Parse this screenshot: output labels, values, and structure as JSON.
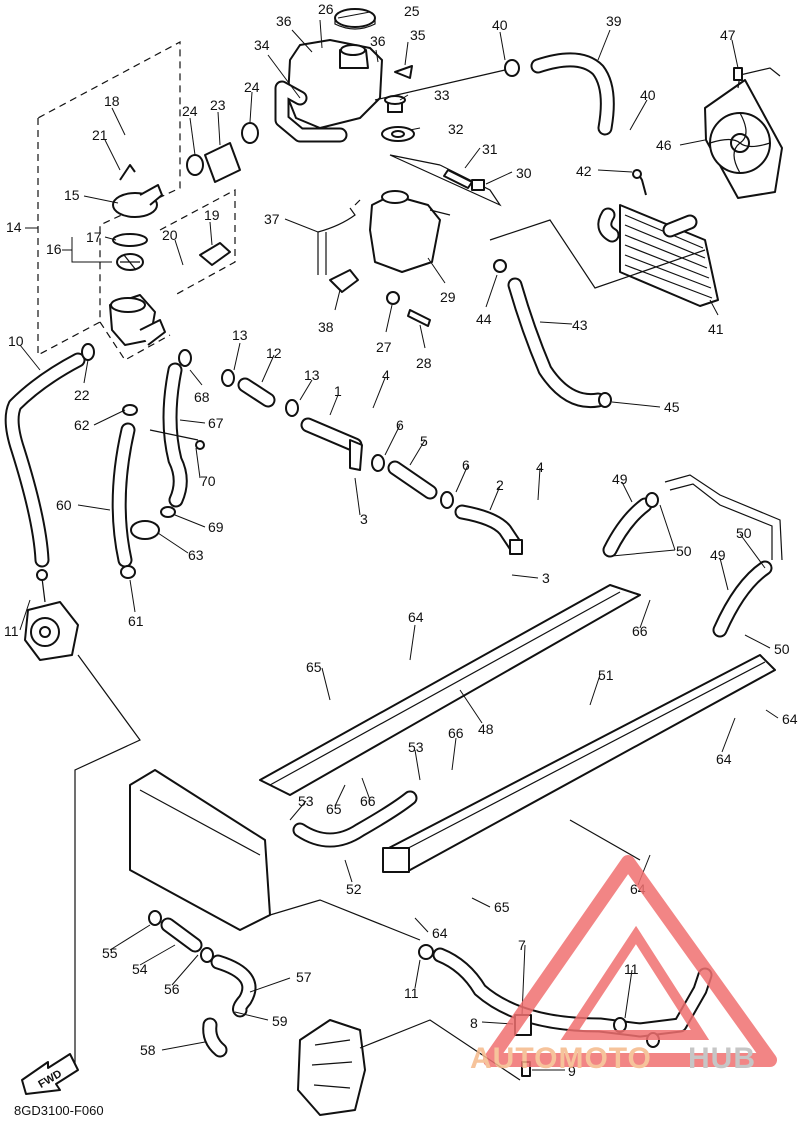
{
  "diagram_code": "8GD3100-F060",
  "fwd_label": "FWD",
  "watermark": {
    "part1": "AUTOMOTO",
    "part2": "HUB",
    "color1": "#f5b98a",
    "color2": "#bdbdbd",
    "triangle_color": "#f07070"
  },
  "callouts": [
    {
      "id": "c26",
      "text": "26"
    },
    {
      "id": "c25",
      "text": "25"
    },
    {
      "id": "c36a",
      "text": "36"
    },
    {
      "id": "c36b",
      "text": "36"
    },
    {
      "id": "c34",
      "text": "34"
    },
    {
      "id": "c35",
      "text": "35"
    },
    {
      "id": "c40a",
      "text": "40"
    },
    {
      "id": "c39",
      "text": "39"
    },
    {
      "id": "c47",
      "text": "47"
    },
    {
      "id": "c24a",
      "text": "24"
    },
    {
      "id": "c23",
      "text": "23"
    },
    {
      "id": "c24b",
      "text": "24"
    },
    {
      "id": "c33",
      "text": "33"
    },
    {
      "id": "c40b",
      "text": "40"
    },
    {
      "id": "c32",
      "text": "32"
    },
    {
      "id": "c18",
      "text": "18"
    },
    {
      "id": "c46",
      "text": "46"
    },
    {
      "id": "c21",
      "text": "21"
    },
    {
      "id": "c31",
      "text": "31"
    },
    {
      "id": "c42",
      "text": "42"
    },
    {
      "id": "c30",
      "text": "30"
    },
    {
      "id": "c15",
      "text": "15"
    },
    {
      "id": "c19",
      "text": "19"
    },
    {
      "id": "c37",
      "text": "37"
    },
    {
      "id": "c14",
      "text": "14"
    },
    {
      "id": "c17",
      "text": "17"
    },
    {
      "id": "c20",
      "text": "20"
    },
    {
      "id": "c16",
      "text": "16"
    },
    {
      "id": "c29",
      "text": "29"
    },
    {
      "id": "c38",
      "text": "38"
    },
    {
      "id": "c44",
      "text": "44"
    },
    {
      "id": "c43",
      "text": "43"
    },
    {
      "id": "c41",
      "text": "41"
    },
    {
      "id": "c27",
      "text": "27"
    },
    {
      "id": "c28",
      "text": "28"
    },
    {
      "id": "c10",
      "text": "10"
    },
    {
      "id": "c13a",
      "text": "13"
    },
    {
      "id": "c12",
      "text": "12"
    },
    {
      "id": "c68",
      "text": "68"
    },
    {
      "id": "c13b",
      "text": "13"
    },
    {
      "id": "c4a",
      "text": "4"
    },
    {
      "id": "c1",
      "text": "1"
    },
    {
      "id": "c22",
      "text": "22"
    },
    {
      "id": "c45",
      "text": "45"
    },
    {
      "id": "c62",
      "text": "62"
    },
    {
      "id": "c67",
      "text": "67"
    },
    {
      "id": "c6a",
      "text": "6"
    },
    {
      "id": "c5",
      "text": "5"
    },
    {
      "id": "c70",
      "text": "70"
    },
    {
      "id": "c6b",
      "text": "6"
    },
    {
      "id": "c4b",
      "text": "4"
    },
    {
      "id": "c49a",
      "text": "49"
    },
    {
      "id": "c60",
      "text": "60"
    },
    {
      "id": "c2",
      "text": "2"
    },
    {
      "id": "c3a",
      "text": "3"
    },
    {
      "id": "c69",
      "text": "69"
    },
    {
      "id": "c50a",
      "text": "50"
    },
    {
      "id": "c63",
      "text": "63"
    },
    {
      "id": "c50b",
      "text": "50"
    },
    {
      "id": "c49b",
      "text": "49"
    },
    {
      "id": "c3b",
      "text": "3"
    },
    {
      "id": "c66a",
      "text": "66"
    },
    {
      "id": "c11a",
      "text": "11"
    },
    {
      "id": "c61",
      "text": "61"
    },
    {
      "id": "c64a",
      "text": "64"
    },
    {
      "id": "c50c",
      "text": "50"
    },
    {
      "id": "c65a",
      "text": "65"
    },
    {
      "id": "c51",
      "text": "51"
    },
    {
      "id": "c64b",
      "text": "64"
    },
    {
      "id": "c48",
      "text": "48"
    },
    {
      "id": "c64c",
      "text": "64"
    },
    {
      "id": "c53a",
      "text": "53"
    },
    {
      "id": "c66b",
      "text": "66"
    },
    {
      "id": "c53b",
      "text": "53"
    },
    {
      "id": "c65b",
      "text": "65"
    },
    {
      "id": "c66c",
      "text": "66"
    },
    {
      "id": "c52",
      "text": "52"
    },
    {
      "id": "c64d",
      "text": "64"
    },
    {
      "id": "c65c",
      "text": "65"
    },
    {
      "id": "c64e",
      "text": "64"
    },
    {
      "id": "c7",
      "text": "7"
    },
    {
      "id": "c55",
      "text": "55"
    },
    {
      "id": "c54",
      "text": "54"
    },
    {
      "id": "c56",
      "text": "56"
    },
    {
      "id": "c11b",
      "text": "11"
    },
    {
      "id": "c11c",
      "text": "11"
    },
    {
      "id": "c57",
      "text": "57"
    },
    {
      "id": "c8",
      "text": "8"
    },
    {
      "id": "c59",
      "text": "59"
    },
    {
      "id": "c58",
      "text": "58"
    },
    {
      "id": "c9",
      "text": "9"
    }
  ]
}
